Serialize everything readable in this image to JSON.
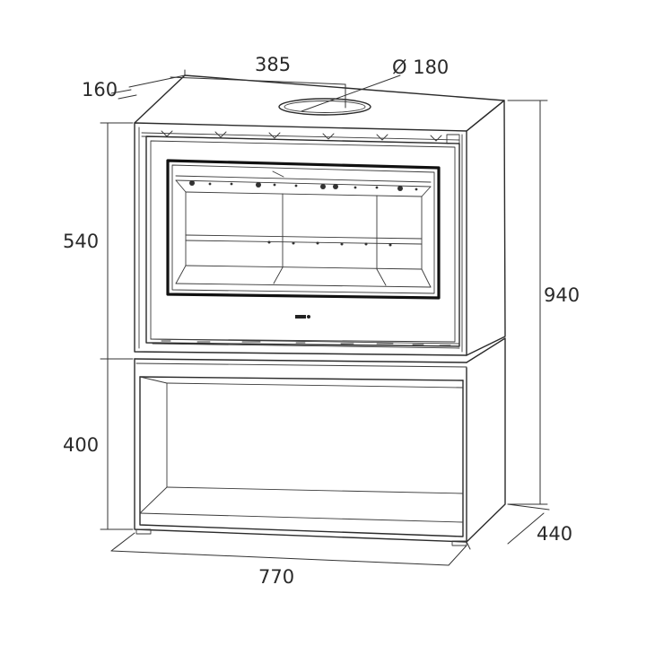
{
  "dimensions": {
    "top_width": "385",
    "top_depth_offset": "160",
    "flue_diameter": "Ø 180",
    "stove_height": "540",
    "base_height": "400",
    "total_height": "940",
    "depth": "440",
    "width": "770"
  },
  "colors": {
    "line": "#2b2b2b",
    "background": "#ffffff"
  }
}
